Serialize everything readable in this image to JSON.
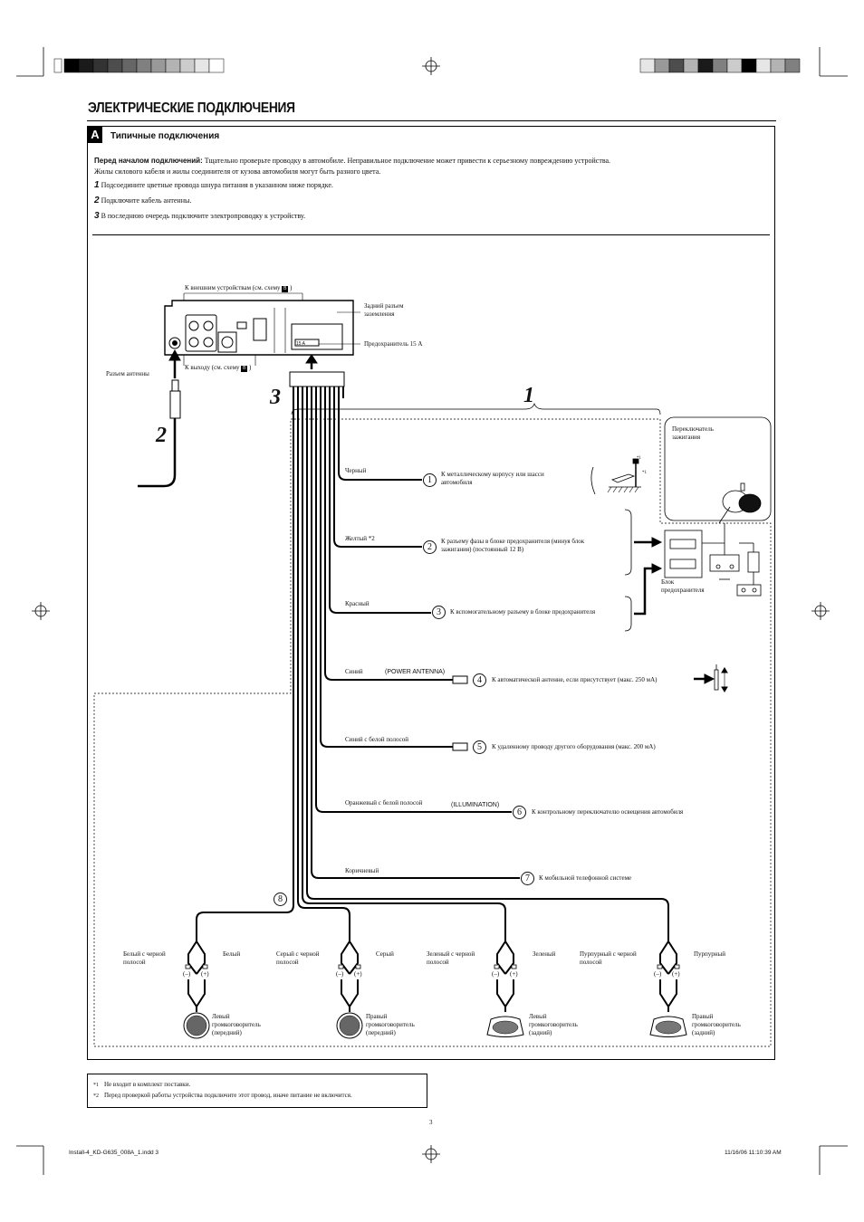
{
  "page_title": "ЭЛЕКТРИЧЕСКИЕ ПОДКЛЮЧЕНИЯ",
  "section": {
    "letter": "A",
    "title": "Типичные подключения"
  },
  "intro": {
    "lead": "Перед началом подключений:",
    "text": " Тщательно проверьте проводку в автомобиле. Неправильное подключение может привести к серьезному повреждению устройства.",
    "line2": "Жилы силового кабеля и жилы соединителя от кузова автомобиля могут быть разного цвета."
  },
  "steps": [
    {
      "num": "1",
      "text": "Подсоедините цветные провода шнура питания в указанном ниже порядке."
    },
    {
      "num": "2",
      "text": "Подключите кабель антенны."
    },
    {
      "num": "3",
      "text": "В последнюю очередь подключите электропроводку к устройству."
    }
  ],
  "labels": {
    "external": "К внешним устройствам (см. схему ",
    "external_ref": "B",
    "rear_ground_1": "Задний разъем",
    "rear_ground_2": "заземления",
    "fuse": "Предохранитель 15 A",
    "fuse_small": "15 A",
    "antenna_jack": "Разъем антенны",
    "output": "К выходу (см. схему ",
    "output_ref": "B",
    "ignition_1": "Переключатель",
    "ignition_2": "зажигания",
    "fuse_block_1": "Блок",
    "fuse_block_2": "предохранителя",
    "big1": "1",
    "big2": "2",
    "big3": "3"
  },
  "wires": [
    {
      "num": "1",
      "color": "Черный",
      "desc1": "К металлическому корпусу или шасси",
      "desc2": "автомобиля",
      "tag": ""
    },
    {
      "num": "2",
      "color": "Желтый *2",
      "desc1": "К разъему фазы в блоке предохранителя (минуя блок",
      "desc2": "зажигания) (постоянный 12 В)",
      "tag": ""
    },
    {
      "num": "3",
      "color": "Красный",
      "desc1": "К вспомогательному разъему в блоке предохранителя",
      "desc2": "",
      "tag": ""
    },
    {
      "num": "4",
      "color": "Синий",
      "desc1": "К автоматической антенне, если присутствует (макс. 250 мА)",
      "desc2": "",
      "tag": "POWER ANTENNA"
    },
    {
      "num": "5",
      "color": "Синий с белой полосой",
      "desc1": "К удаленному проводу другого оборудования (макс. 200 мА)",
      "desc2": "",
      "tag": ""
    },
    {
      "num": "6",
      "color": "Оранжевый с белой полосой",
      "desc1": "К контрольному переключателю освещения автомобиля",
      "desc2": "",
      "tag": "ILLUMINATION"
    },
    {
      "num": "7",
      "color": "Коричневый",
      "desc1": "К мобильной телефонной системе",
      "desc2": "",
      "tag": ""
    }
  ],
  "ground_marks": {
    "m1": "*1",
    "m2": "*1"
  },
  "speaker_group_num": "8",
  "speakers": [
    {
      "neg_color_1": "Белый с черной",
      "neg_color_2": "полосой",
      "pos_color": "Белый",
      "minus": "(–)",
      "plus": "(+)",
      "name_1": "Левый",
      "name_2": "громкоговоритель",
      "name_3": "(передний)"
    },
    {
      "neg_color_1": "Серый с черной",
      "neg_color_2": "полосой",
      "pos_color": "Серый",
      "minus": "(–)",
      "plus": "(+)",
      "name_1": "Правый",
      "name_2": "громкоговоритель",
      "name_3": "(передний)"
    },
    {
      "neg_color_1": "Зеленый с черной",
      "neg_color_2": "полосой",
      "pos_color": "Зеленый",
      "minus": "(–)",
      "plus": "(+)",
      "name_1": "Левый",
      "name_2": "громкоговоритель",
      "name_3": "(задний)"
    },
    {
      "neg_color_1": "Пурпурный с черной",
      "neg_color_2": "полосой",
      "pos_color": "Пурпурный",
      "minus": "(–)",
      "plus": "(+)",
      "name_1": "Правый",
      "name_2": "громкоговоритель",
      "name_3": "(задний)"
    }
  ],
  "footnotes": [
    {
      "mark": "*1",
      "text": "Не входит в комплект поставки."
    },
    {
      "mark": "*2",
      "text": "Перед проверкой работы устройства подключите этот провод, иначе питание не включится."
    }
  ],
  "page_number": "3",
  "footer": {
    "file": "Install-4_KD-G635_008A_1.indd   3",
    "date": "11/16/06   11:10:39 AM"
  },
  "colorbar": [
    "#000000",
    "#1a1a1a",
    "#333333",
    "#4d4d4d",
    "#666666",
    "#808080",
    "#999999",
    "#b3b3b3",
    "#cccccc",
    "#e6e6e6",
    "#ffffff"
  ]
}
